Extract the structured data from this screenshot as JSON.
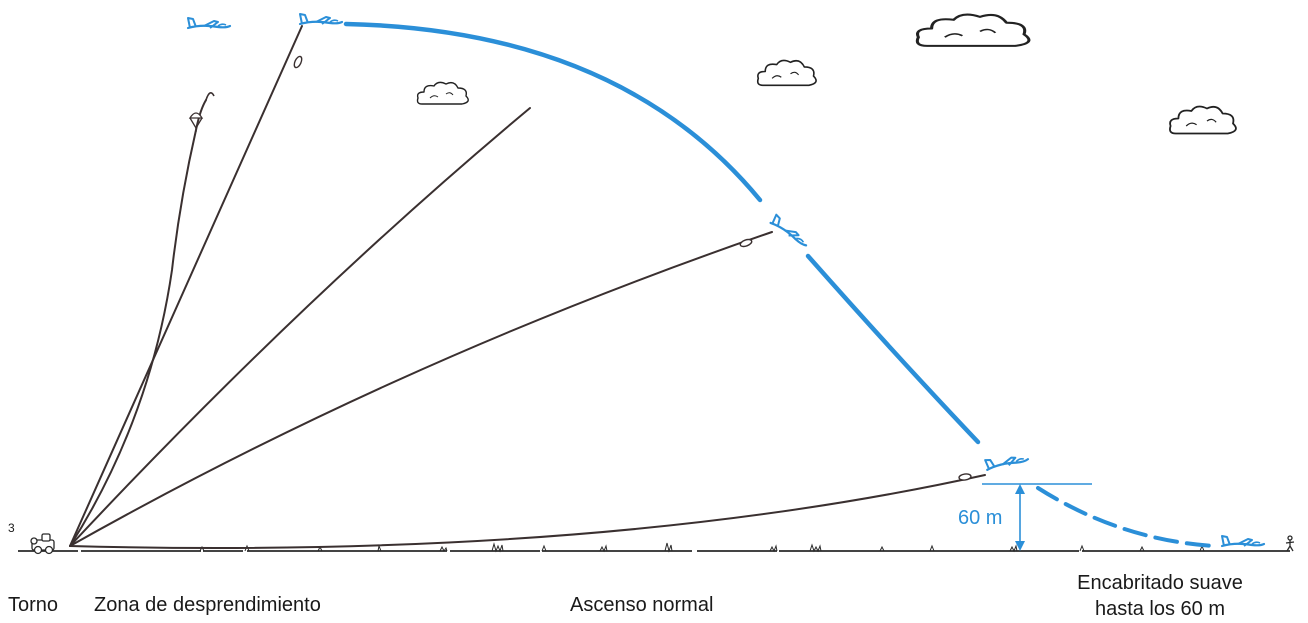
{
  "labels": {
    "winch": "Torno",
    "release_zone": "Zona de desprendimiento",
    "normal_climb": "Ascenso normal",
    "gentle_pullup_line1": "Encabritado suave",
    "gentle_pullup_line2": "hasta los 60 m",
    "height": "60 m",
    "winch_tag": "3"
  },
  "colors": {
    "flight_path": "#2b8fd8",
    "cable": "#3a3030",
    "ground": "#2a2a2a",
    "text": "#1a1a1a",
    "glider": "#2b8fd8",
    "cloud": "#222222"
  },
  "icons": {
    "glider": "glider-icon",
    "cloud": "cloud-icon",
    "winch": "winch-icon",
    "parachute": "parachute-icon",
    "person": "person-icon"
  }
}
